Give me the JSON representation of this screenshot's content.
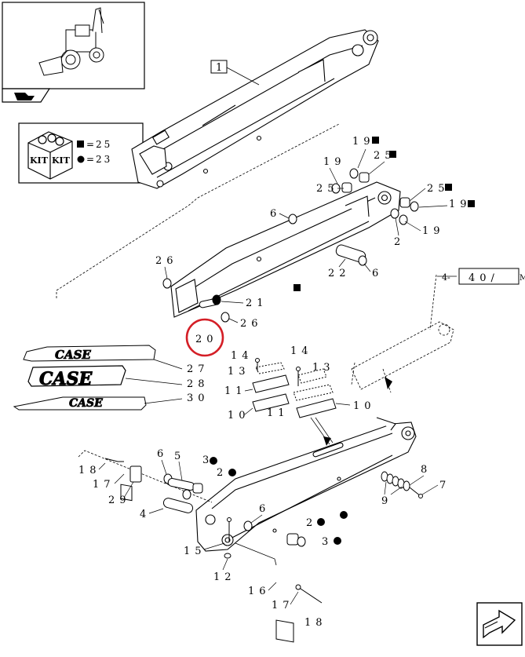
{
  "kit_legend": {
    "kit_text_1": "KIT",
    "kit_text_2": "KIT",
    "square_eq": "=",
    "square_value": "25",
    "circle_eq": "=",
    "circle_value": "23"
  },
  "ref_boxes": {
    "top_assembly": "1",
    "cross_ref": "40/",
    "cross_ref_suffix": "M"
  },
  "highlighted_callout": "20",
  "brand_decals": {
    "case_logo": "CASE"
  },
  "callouts": {
    "c19a": "19",
    "c25a": "25",
    "c19b": "19",
    "c25b": "25",
    "c25c": "25",
    "c19c": "19",
    "c19d": "19",
    "c6a": "6",
    "c2a": "2",
    "c26a": "26",
    "c22": "22",
    "c6b": "6",
    "c21": "21",
    "c26b": "26",
    "c27": "27",
    "c28": "28",
    "c30": "30",
    "c14a": "14",
    "c14b": "14",
    "c13a": "13",
    "c13b": "13",
    "c11a": "11",
    "c11b": "11",
    "c10a": "10",
    "c10b": "10",
    "c6c": "6",
    "c5": "5",
    "c3a": "3",
    "c2b": "2",
    "c18a": "18",
    "c17a": "17",
    "c29": "29",
    "c4": "4",
    "c8": "8",
    "c9": "9",
    "c7": "7",
    "c6d": "6",
    "c2c": "2",
    "c3b": "3",
    "c15": "15",
    "c12": "12",
    "c16": "16",
    "c17b": "17",
    "c18b": "18"
  }
}
